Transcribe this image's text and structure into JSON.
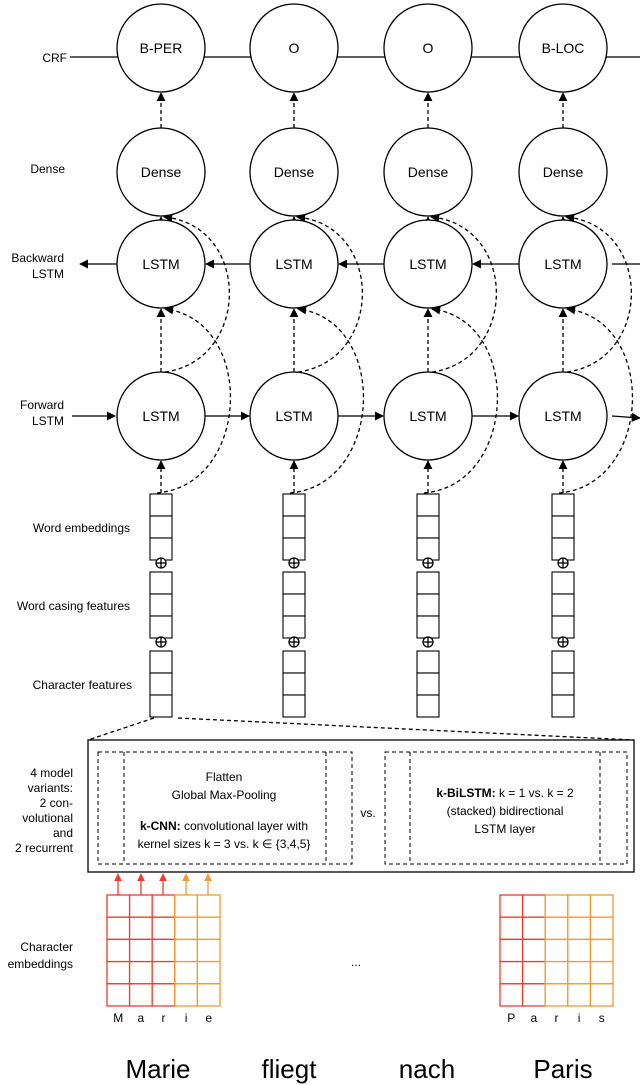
{
  "layers": {
    "crf": "CRF",
    "dense": "Dense",
    "backward": [
      "Backward",
      "LSTM"
    ],
    "forward": [
      "Forward",
      "LSTM"
    ],
    "word_embeddings": "Word embeddings",
    "word_casing": "Word casing features",
    "char_features": "Character features",
    "variants": [
      "4 model",
      "variants:",
      "2 con-",
      "volutional",
      "and",
      "2 recurrent"
    ],
    "char_embeddings": [
      "Character",
      "embeddings"
    ]
  },
  "columns": [
    {
      "tag": "B-PER",
      "word": "Marie"
    },
    {
      "tag": "O",
      "word": "fliegt"
    },
    {
      "tag": "O",
      "word": "nach"
    },
    {
      "tag": "B-LOC",
      "word": "Paris"
    }
  ],
  "node_labels": {
    "dense": "Dense",
    "lstm": "LSTM",
    "concat": "⊕"
  },
  "cnn_box": {
    "line1": "Flatten",
    "line2": "Global Max-Pooling",
    "line3_bold": "k-CNN:",
    "line3_rest": " convolutional layer with",
    "line4": "kernel sizes k = 3 vs. k ∈ {3,4,5}"
  },
  "vs": "vs.",
  "lstm_box": {
    "line1_bold": "k-BiLSTM:",
    "line1_rest": " k = 1 vs. k = 2",
    "line2": "(stacked) bidirectional",
    "line3": "LSTM layer"
  },
  "ellipsis": "...",
  "marie_letters": [
    "M",
    "a",
    "r",
    "i",
    "e"
  ],
  "paris_letters": [
    "P",
    "a",
    "r",
    "i",
    "s"
  ],
  "colors": {
    "red": "#f03a2c",
    "orange": "#f59a2e",
    "line": "#000000"
  }
}
